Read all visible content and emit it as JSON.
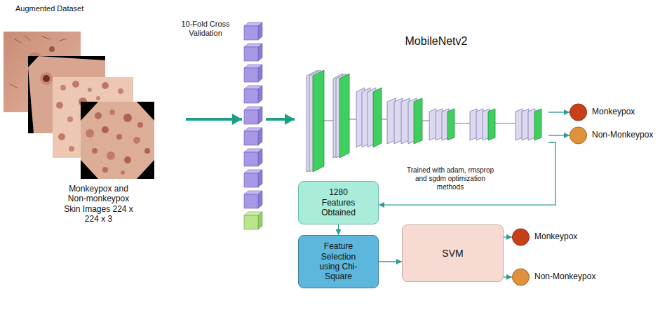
{
  "diagram": {
    "nodes": [
      {
        "text": [
          "Augmented Dataset",
          "Monkeypox and Non-monkeypox Skin Images 224 x 224 x 3"
        ]
      },
      {
        "text": [
          "10-Fold Cross Validation"
        ]
      },
      {
        "text": [
          "MobileNetv2",
          "Trained with adam, rmsprop and sgdm optimization methods"
        ]
      },
      {
        "text": [
          "Monkeypox"
        ]
      },
      {
        "text": [
          "Non-Monkeypox"
        ]
      },
      {
        "text": [
          "1280 Features Obtained"
        ]
      },
      {
        "text": [
          "Feature Selection using Chi-Square"
        ]
      },
      {
        "text": [
          "SVM"
        ]
      },
      {
        "text": [
          "Monkeypox"
        ]
      },
      {
        "text": [
          "Non-Monkeypox"
        ]
      }
    ],
    "edges": [
      {
        "from": 0,
        "to": 1,
        "arrow": "to"
      },
      {
        "from": 1,
        "to": 2,
        "arrow": "to"
      },
      {
        "from": 2,
        "to": 3,
        "arrow": "to"
      },
      {
        "from": 2,
        "to": 4,
        "arrow": "to"
      },
      {
        "from": 2,
        "to": 5,
        "arrow": "to"
      },
      {
        "from": 5,
        "to": 6,
        "arrow": "to"
      },
      {
        "from": 6,
        "to": 7,
        "arrow": "to"
      },
      {
        "from": 7,
        "to": 8,
        "arrow": "to"
      },
      {
        "from": 7,
        "to": 9,
        "arrow": "to"
      }
    ]
  }
}
